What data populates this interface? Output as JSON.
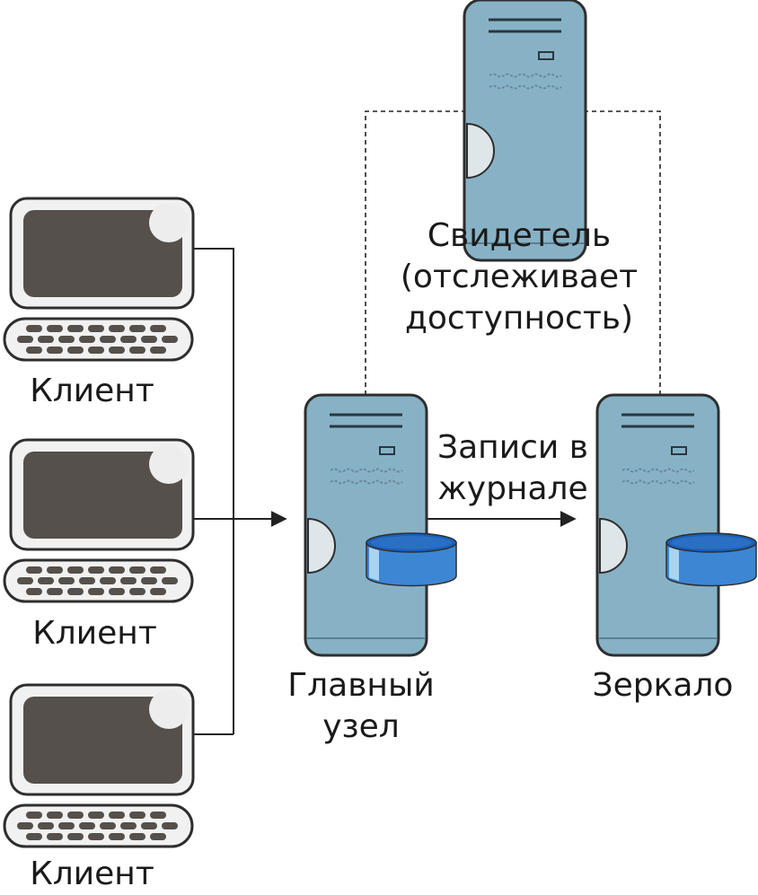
{
  "labels": {
    "client_1": "Клиент",
    "client_2": "Клиент",
    "client_3": "Клиент",
    "witness_line1": "Свидетель",
    "witness_line2": "(отслеживает",
    "witness_line3": "доступность)",
    "log_line1": "Записи в",
    "log_line2": "журнале",
    "principal_line1": "Главный",
    "principal_line2": "узел",
    "mirror": "Зеркало"
  },
  "colors": {
    "server_body": "#87b2c6",
    "server_outline": "#2e2e2e",
    "db_top": "#1a5fb4",
    "db_body": "#3d86d4",
    "db_highlight": "#a9d4f0",
    "client_screen": "#55504b",
    "client_frame": "#f1f1f1",
    "client_keys": "#55504b"
  },
  "icons": {
    "client": "desktop-computer-icon",
    "server": "server-tower-icon",
    "database": "database-cylinder-icon"
  }
}
